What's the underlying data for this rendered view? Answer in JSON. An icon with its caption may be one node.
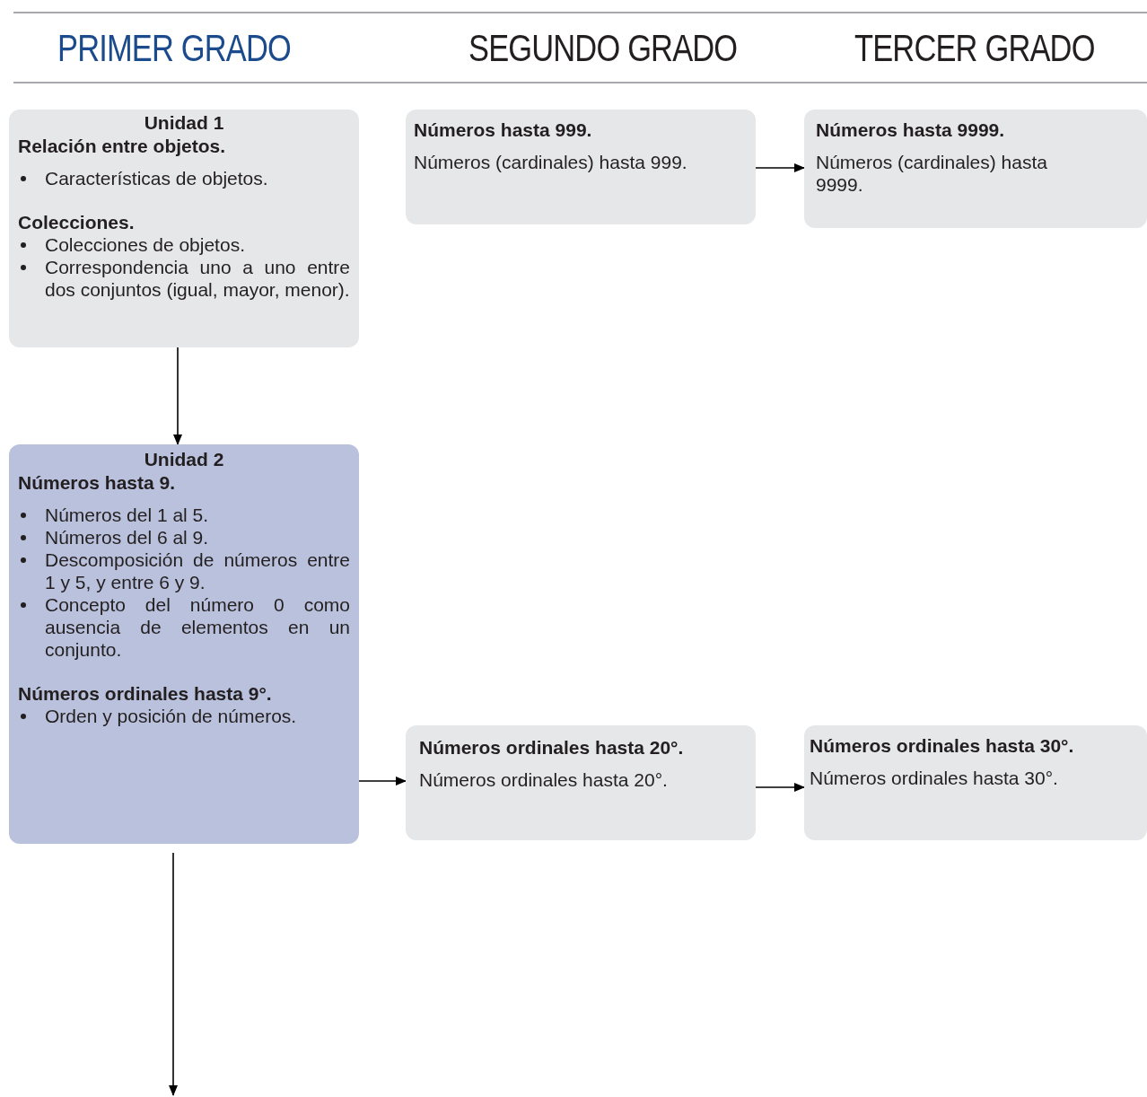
{
  "diagram": {
    "nodes": [
      {
        "text": [
          "Unidad 1",
          "Relación entre objetos.",
          "Características de objetos.",
          "Colecciones.",
          "Colecciones de objetos.",
          "Correspondencia uno a uno entre dos conjuntos (igual, mayor, menor)."
        ]
      },
      {
        "text": [
          "Números hasta 999.",
          "Números (cardinales) hasta 999."
        ]
      },
      {
        "text": [
          "Números hasta 9999.",
          "Números (cardinales) hasta 9999."
        ]
      },
      {
        "text": [
          "Unidad 2",
          "Números hasta 9.",
          "Números del 1 al 5.",
          "Números del 6 al 9.",
          "Descomposición de números entre 1 y 5, y entre 6 y 9.",
          "Concepto del número 0 como ausencia de elementos en un conjunto.",
          "Números ordinales hasta 9°.",
          "Orden y posición de números."
        ]
      },
      {
        "text": [
          "Números ordinales hasta 20°.",
          "Números ordinales hasta 20°."
        ]
      },
      {
        "text": [
          "Números ordinales hasta 30°.",
          "Números ordinales hasta 30°."
        ]
      }
    ],
    "edges": [
      {
        "from": 0,
        "to": 3,
        "arrow": "to"
      },
      {
        "from": 1,
        "to": 2,
        "arrow": "to"
      },
      {
        "from": 3,
        "to": 4,
        "arrow": "to"
      },
      {
        "from": 4,
        "to": 5,
        "arrow": "to"
      },
      {
        "from": 3,
        "to": null,
        "arrow": "to"
      }
    ],
    "labels": [
      "PRIMER GRADO",
      "SEGUNDO GRADO",
      "TERCER GRADO"
    ]
  }
}
